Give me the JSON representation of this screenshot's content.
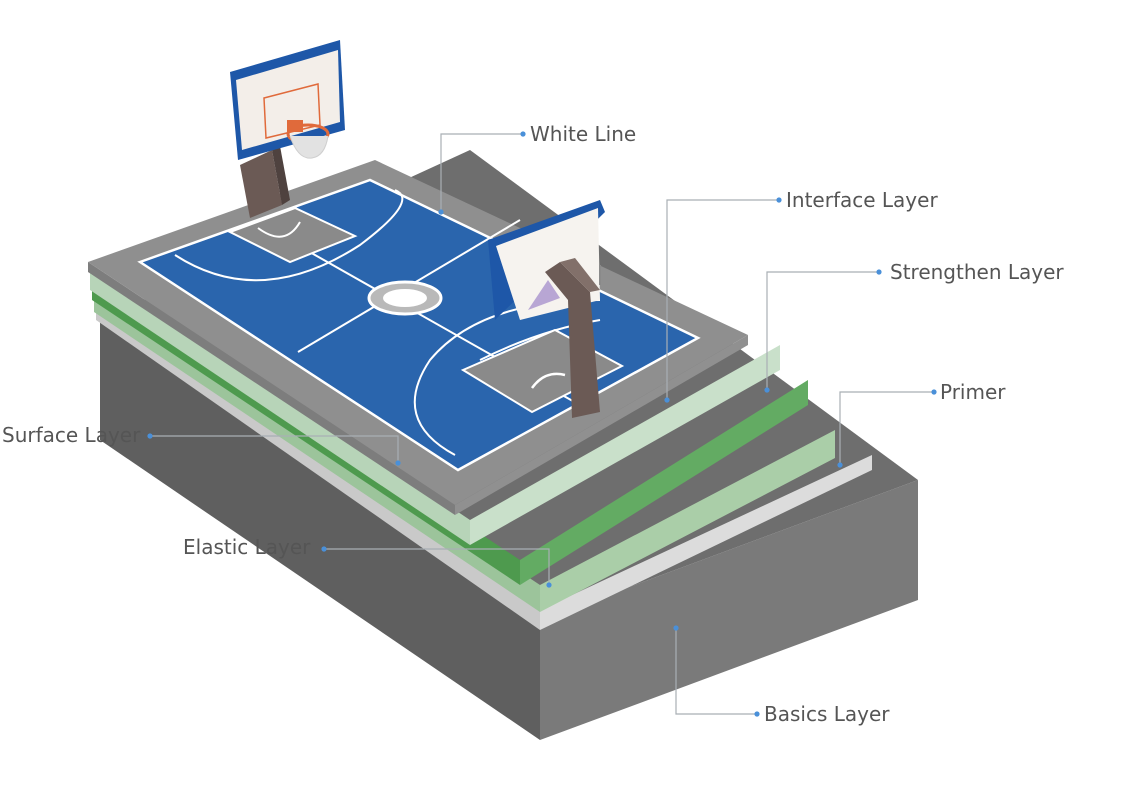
{
  "labels": {
    "white_line": "White Line",
    "interface_layer": "Interface Layer",
    "strengthen_layer": "Strengthen Layer",
    "primer": "Primer",
    "surface_layer": "Surface Layer",
    "elastic_layer": "Elastic Layer",
    "basics_layer": "Basics Layer"
  },
  "colors": {
    "court_blue": "#2a65ad",
    "court_border_gray": "#8a8a8a",
    "interface_mint": "#c5dcc6",
    "strengthen_green": "#5fa55f",
    "elastic_green": "#a8caa6",
    "primer_gray": "#d9d9d9",
    "basics_asphalt": "#6c6c6c",
    "backboard_blue": "#1e57a8",
    "post_brown": "#6b5a55",
    "rim_orange": "#e06a3b",
    "leader_dot": "#4a90d9"
  }
}
